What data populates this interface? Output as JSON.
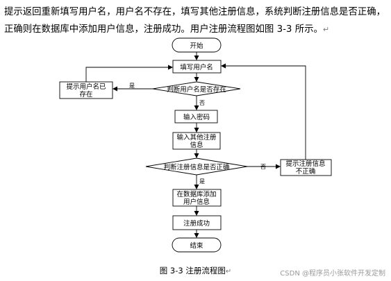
{
  "paragraph": {
    "line1": "提示返回重新填写用户名，用户名不存在，填写其他注册信息，系统判断注册信息是否正确，",
    "line2": "正确则在数据库中添加用户信息，注册成功。用户注册流程图如图 3-3 所示。",
    "paragraph_mark": "↵"
  },
  "flowchart": {
    "start": "开始",
    "fill_username": "填写用户名",
    "check_username": "判断用户名是否存在",
    "prompt_exists_1": "提示用户名已",
    "prompt_exists_2": "存在",
    "enter_password": "输入密码",
    "other_info_1": "输入其他注册",
    "other_info_2": "信息",
    "check_info": "判断注册信息是否正确",
    "prompt_incorrect_1": "提示注册信息",
    "prompt_incorrect_2": "不正确",
    "add_db_1": "在数据库添加",
    "add_db_2": "用户信息",
    "success": "注册成功",
    "end": "结束",
    "label_yes_1": "是",
    "label_no_1": "否",
    "label_no_2": "否",
    "label_yes_2": "是"
  },
  "caption": "图 3-3 注册流程图",
  "caption_mark": "↵",
  "watermark": "CSDN @程序员小张软件开发定制"
}
